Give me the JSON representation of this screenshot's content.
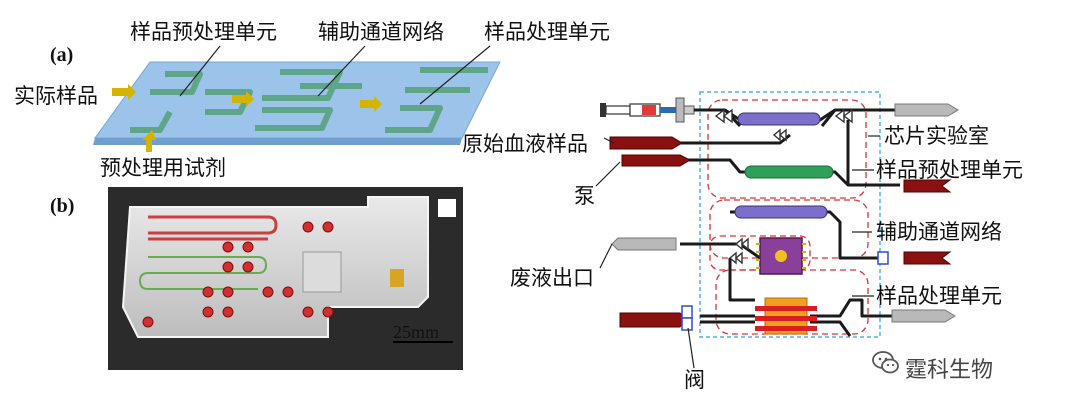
{
  "panel_a": {
    "tag": "(a)",
    "labels": {
      "pretreatment_unit": "样品预处理单元",
      "aux_network": "辅助通道网络",
      "processing_unit": "样品处理单元",
      "real_sample": "实际样品",
      "reagent": "预处理用试剂"
    }
  },
  "panel_b": {
    "tag": "(b)",
    "scale_bar": "25mm"
  },
  "schematic": {
    "labels": {
      "blood_sample": "原始血液样品",
      "pump": "泵",
      "waste_outlet": "废液出口",
      "valve": "阀",
      "lab_on_chip": "芯片实验室",
      "pretreatment_unit": "样品预处理单元",
      "aux_network": "辅助通道网络",
      "processing_unit": "样品处理单元"
    }
  },
  "watermark": {
    "text": "霆科生物",
    "icon": "wechat-icon"
  },
  "colors": {
    "chip_blue": "#9cc3ea",
    "channel_green": "#5fa58a",
    "arrow_yellow": "#d4b400",
    "dashed_red": "#e03030",
    "dashed_blue": "#57b0e0",
    "pump_red": "#8b1010",
    "outlet_gray": "#b9b9b9",
    "mixer_purple": "#7b6fc9",
    "mixer_green": "#2f9f5a",
    "heater_orange": "#f0a020"
  }
}
